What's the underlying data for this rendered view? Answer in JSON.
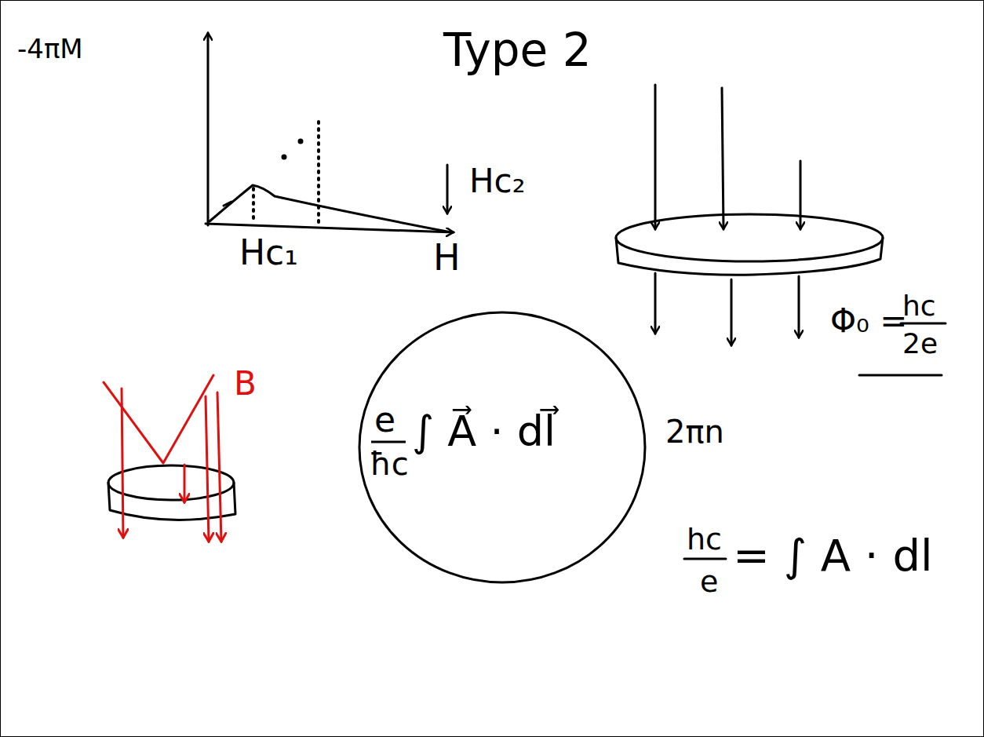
{
  "diagram": {
    "nodes": [
      {
        "text": [
          "e",
          "ħc",
          "∫ A⃗ · dl⃗"
        ]
      }
    ],
    "labels": [
      "-4πM",
      "Type 2",
      "Hc₁",
      "H",
      "Hc₂",
      "Φ₀ =",
      "hc",
      "2e",
      "B",
      "2πn",
      "hc",
      "e",
      "= ∫ A · dl"
    ]
  }
}
